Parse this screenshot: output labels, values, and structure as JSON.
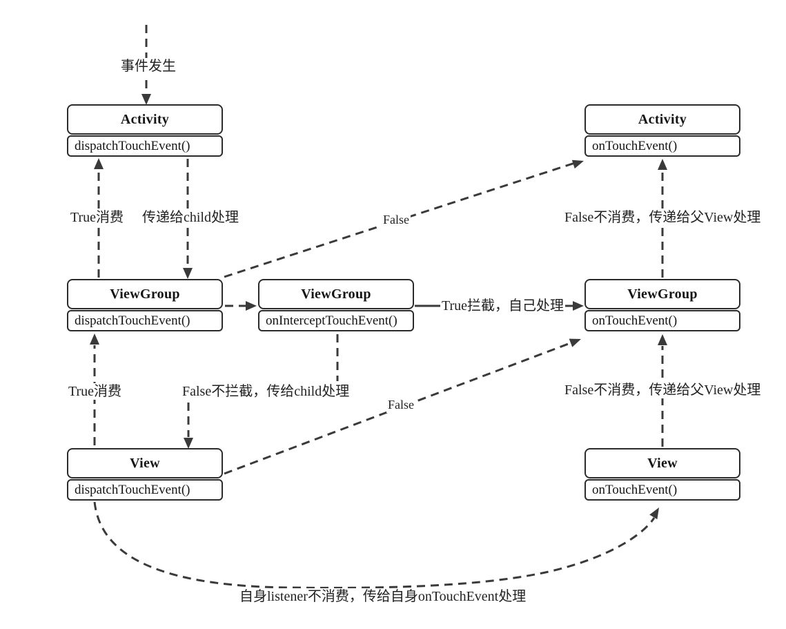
{
  "diagram": {
    "title_hint": "Android touch event dispatch flow",
    "colors": {
      "background": "#ffffff",
      "line": "#3a3a3a",
      "box_border": "#2b2b2b",
      "text": "#141414"
    },
    "boxes": {
      "activity_dispatch": {
        "title": "Activity",
        "method": "dispatchTouchEvent()"
      },
      "activity_ontouch": {
        "title": "Activity",
        "method": "onTouchEvent()"
      },
      "viewgroup_dispatch": {
        "title": "ViewGroup",
        "method": "dispatchTouchEvent()"
      },
      "viewgroup_intercept": {
        "title": "ViewGroup",
        "method": "onInterceptTouchEvent()"
      },
      "viewgroup_ontouch": {
        "title": "ViewGroup",
        "method": "onTouchEvent()"
      },
      "view_dispatch": {
        "title": "View",
        "method": "dispatchTouchEvent()"
      },
      "view_ontouch": {
        "title": "View",
        "method": "onTouchEvent()"
      }
    },
    "labels": {
      "event_start": "事件发生",
      "true_consume_top": "True消费",
      "pass_to_child": "传递给child处理",
      "false_to_activity": "False",
      "false_not_consume_top": "False不消费，传递给父View处理",
      "true_intercept": "True拦截，自己处理",
      "true_consume_bottom": "True消费",
      "false_not_intercept": "False不拦截，传给child处理",
      "false_to_viewgroup": "False",
      "false_not_consume_bottom": "False不消费，传递给父View处理",
      "listener_not_consume": "自身listener不消费，传给自身onTouchEvent处理"
    }
  }
}
